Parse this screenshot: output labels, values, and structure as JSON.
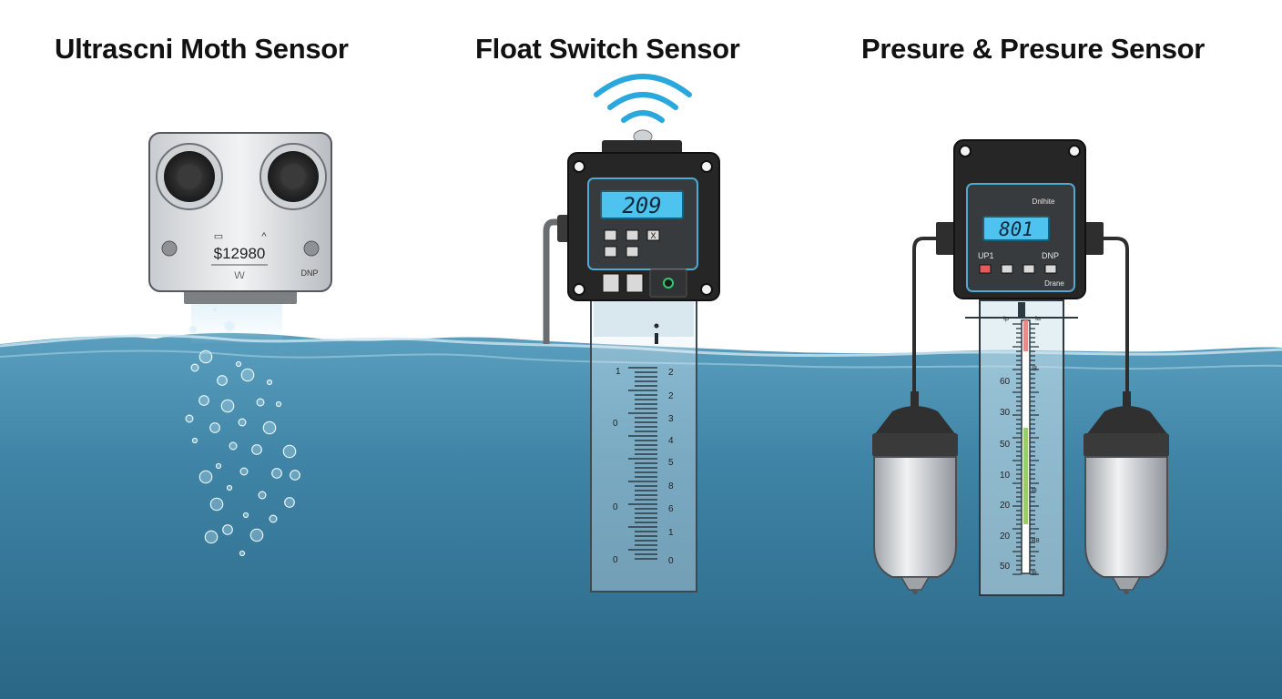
{
  "titles": {
    "ultrasonic": "Ultrascni Moth Sensor",
    "float": "Float Switch Sensor",
    "pressure": "Presure & Presure Sensor"
  },
  "ultrasonic": {
    "icon_left": "▭",
    "icon_right": "^",
    "reading": "$12980",
    "brand": "\\/\\/",
    "corner_label": "DNP"
  },
  "float_switch": {
    "display": "209",
    "button_glyph": "X",
    "scale_left": [
      "1",
      "0",
      "0",
      "0"
    ],
    "scale_right": [
      "2",
      "2",
      "3",
      "4",
      "5",
      "8",
      "6",
      "1",
      "0"
    ]
  },
  "pressure": {
    "header_text": "Dnlhite",
    "display": "801",
    "label_left": "UP1",
    "label_right": "DNP",
    "footer_text": "Drane",
    "top_marks": [
      "Ip",
      "Ia"
    ],
    "scale_left": [
      "60",
      "30",
      "50",
      "10",
      "20",
      "20",
      "50"
    ],
    "scale_right": [
      "I8",
      "8I",
      "B8",
      "8I"
    ]
  },
  "colors": {
    "water_top": "#4f94b4",
    "water_bottom": "#2b6988",
    "lcd": "#4fc3ef",
    "signal": "#2aa7dd",
    "housing": "#2a2a2a"
  }
}
